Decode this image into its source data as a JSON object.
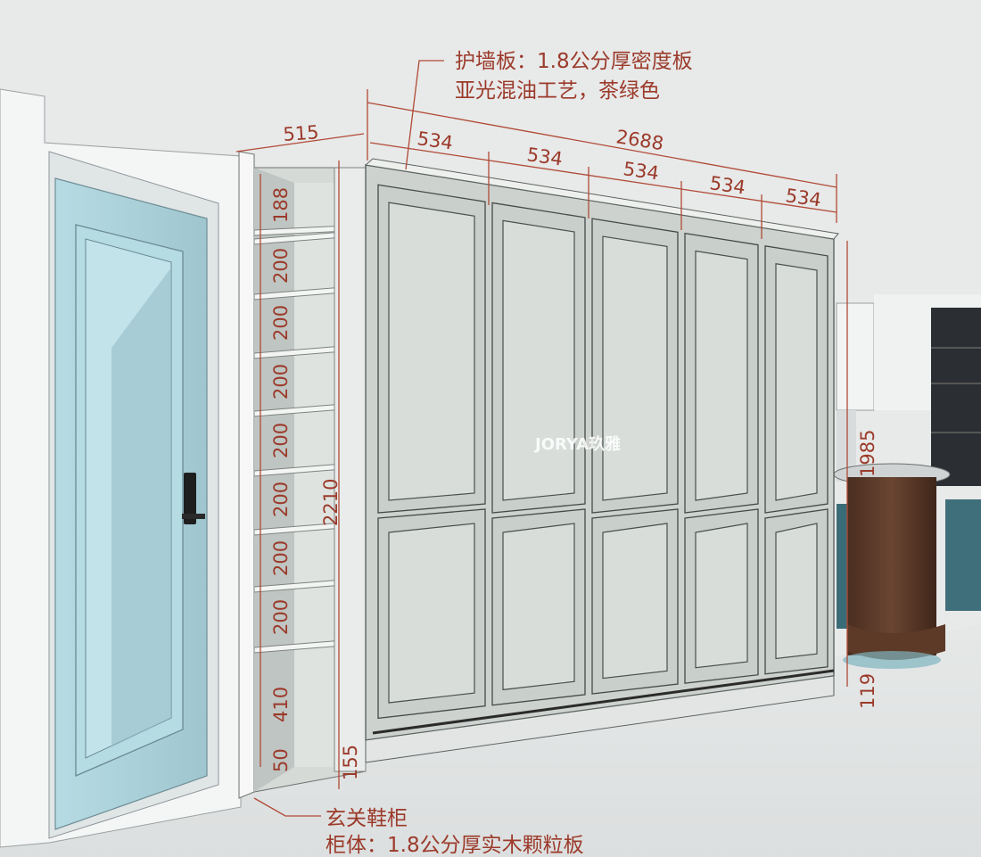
{
  "annotations": {
    "wall_panel_line1": "护墙板：1.8公分厚密度板",
    "wall_panel_line2": "亚光混油工艺，茶绿色",
    "cabinet_line1": "玄关鞋柜",
    "cabinet_line2": "柜体：1.8公分厚实木颗粒板"
  },
  "watermark": "JORYA玖雅",
  "dimensions": {
    "side_depth": "515",
    "total_width": "2688",
    "door_widths": [
      "534",
      "534",
      "534",
      "534",
      "534"
    ],
    "shelf_heights": [
      "188",
      "200",
      "200",
      "200",
      "200",
      "200",
      "200",
      "200",
      "410",
      "50"
    ],
    "total_height": "2210",
    "plinth_height": "155",
    "right_height": "1985",
    "right_plinth": "119"
  },
  "colors": {
    "dimension_text": "#9b3a2a",
    "cabinet_body": "#cfd4d0",
    "door_leaf": "#a9cfd8",
    "counter_wood": "#5b3a28"
  }
}
